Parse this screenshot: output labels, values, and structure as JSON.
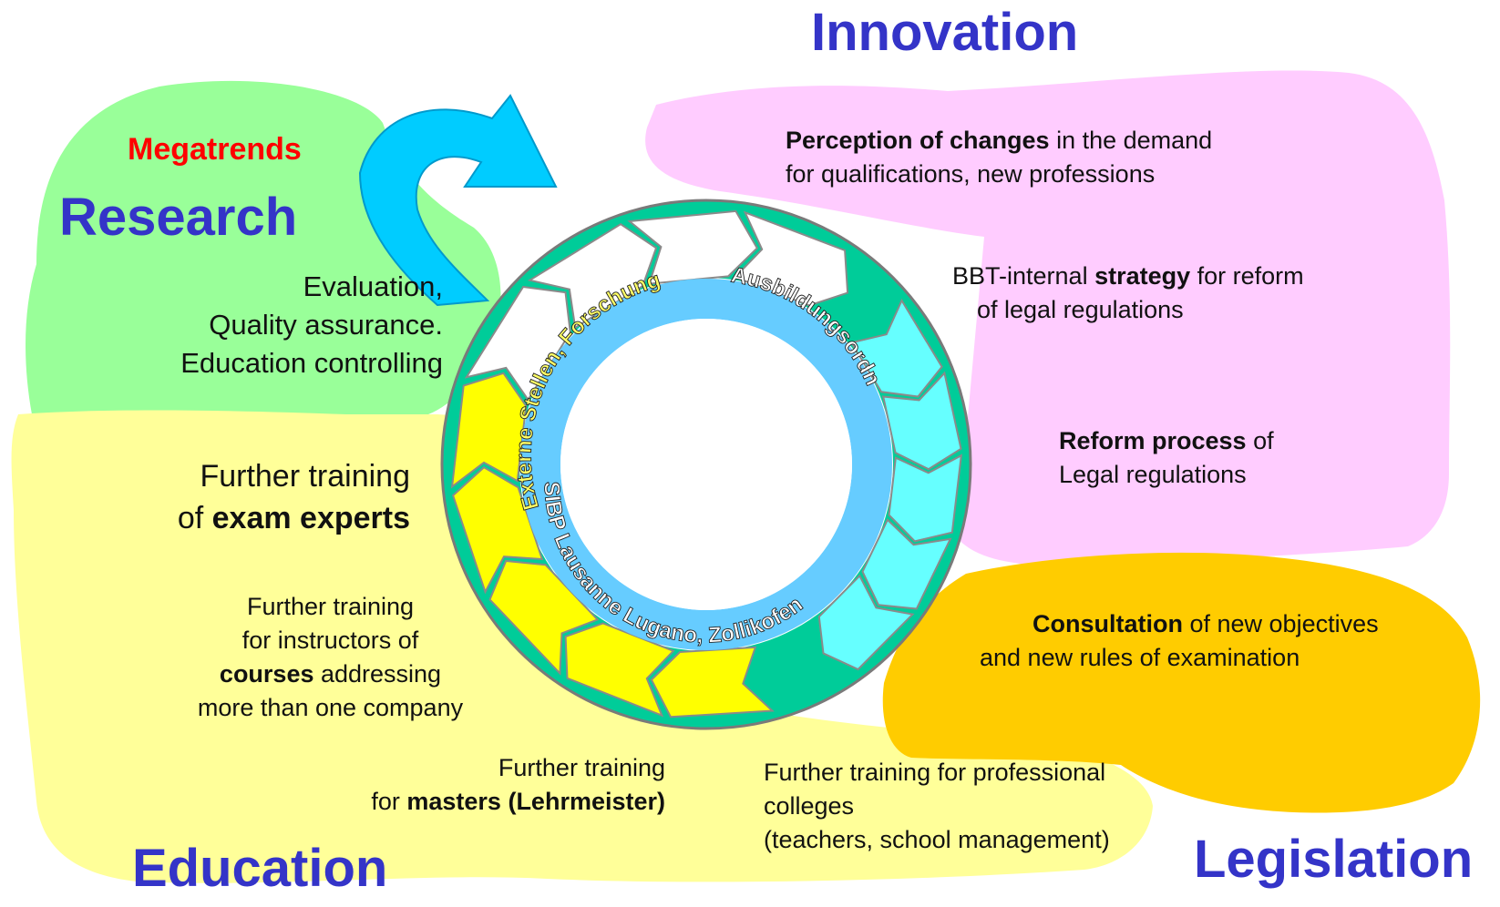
{
  "colors": {
    "research_blob": "#99ff99",
    "innovation_blob": "#ffccff",
    "education_blob": "#ffff99",
    "legislation_blob": "#ffcc00",
    "ring_teal": "#00cc99",
    "inner_band": "#66ccff",
    "arrow_white": "#ffffff",
    "arrow_cyan": "#66ffff",
    "arrow_yellow": "#ffff00",
    "curved_arrow": "#00ccff",
    "heading_blue": "#3434c8",
    "megatrends_red": "#ff0000"
  },
  "headings": {
    "innovation": "Innovation",
    "research": "Research",
    "education": "Education",
    "legislation": "Legislation",
    "megatrends": "Megatrends"
  },
  "ring": {
    "top_label": "Externe Stellen, Forschung",
    "right_label": "Ausbildungsordnungen",
    "bottom_label": "SIBP Lausanne Lugano, Zollikofen"
  },
  "research": {
    "line1": "Evaluation,",
    "line2": "Quality assurance.",
    "line3": "Education controlling"
  },
  "innovation": {
    "perception_bold": "Perception of changes",
    "perception_rest": " in the demand",
    "perception_line2": "for qualifications, new professions",
    "strategy_pre": "BBT-internal ",
    "strategy_bold": "strategy",
    "strategy_post": " for reform",
    "strategy_line2": "of legal regulations",
    "reform_bold": "Reform process",
    "reform_post": " of",
    "reform_line2": "Legal regulations"
  },
  "legislation": {
    "consult_bold": "Consultation",
    "consult_post": " of new objectives",
    "consult_line2": "and new rules of examination"
  },
  "education": {
    "exam_line1": "Further training",
    "exam_pre": "of ",
    "exam_bold": "exam experts",
    "courses_line1": "Further training",
    "courses_line2": "for instructors of",
    "courses_bold": "courses",
    "courses_post": " addressing",
    "courses_line4": "more than one company",
    "masters_line1": "Further training",
    "masters_pre": "for ",
    "masters_bold": "masters (Lehrmeister)",
    "colleges_line1": "Further training for professional",
    "colleges_line2": "colleges",
    "colleges_line3": "(teachers, school management)"
  }
}
